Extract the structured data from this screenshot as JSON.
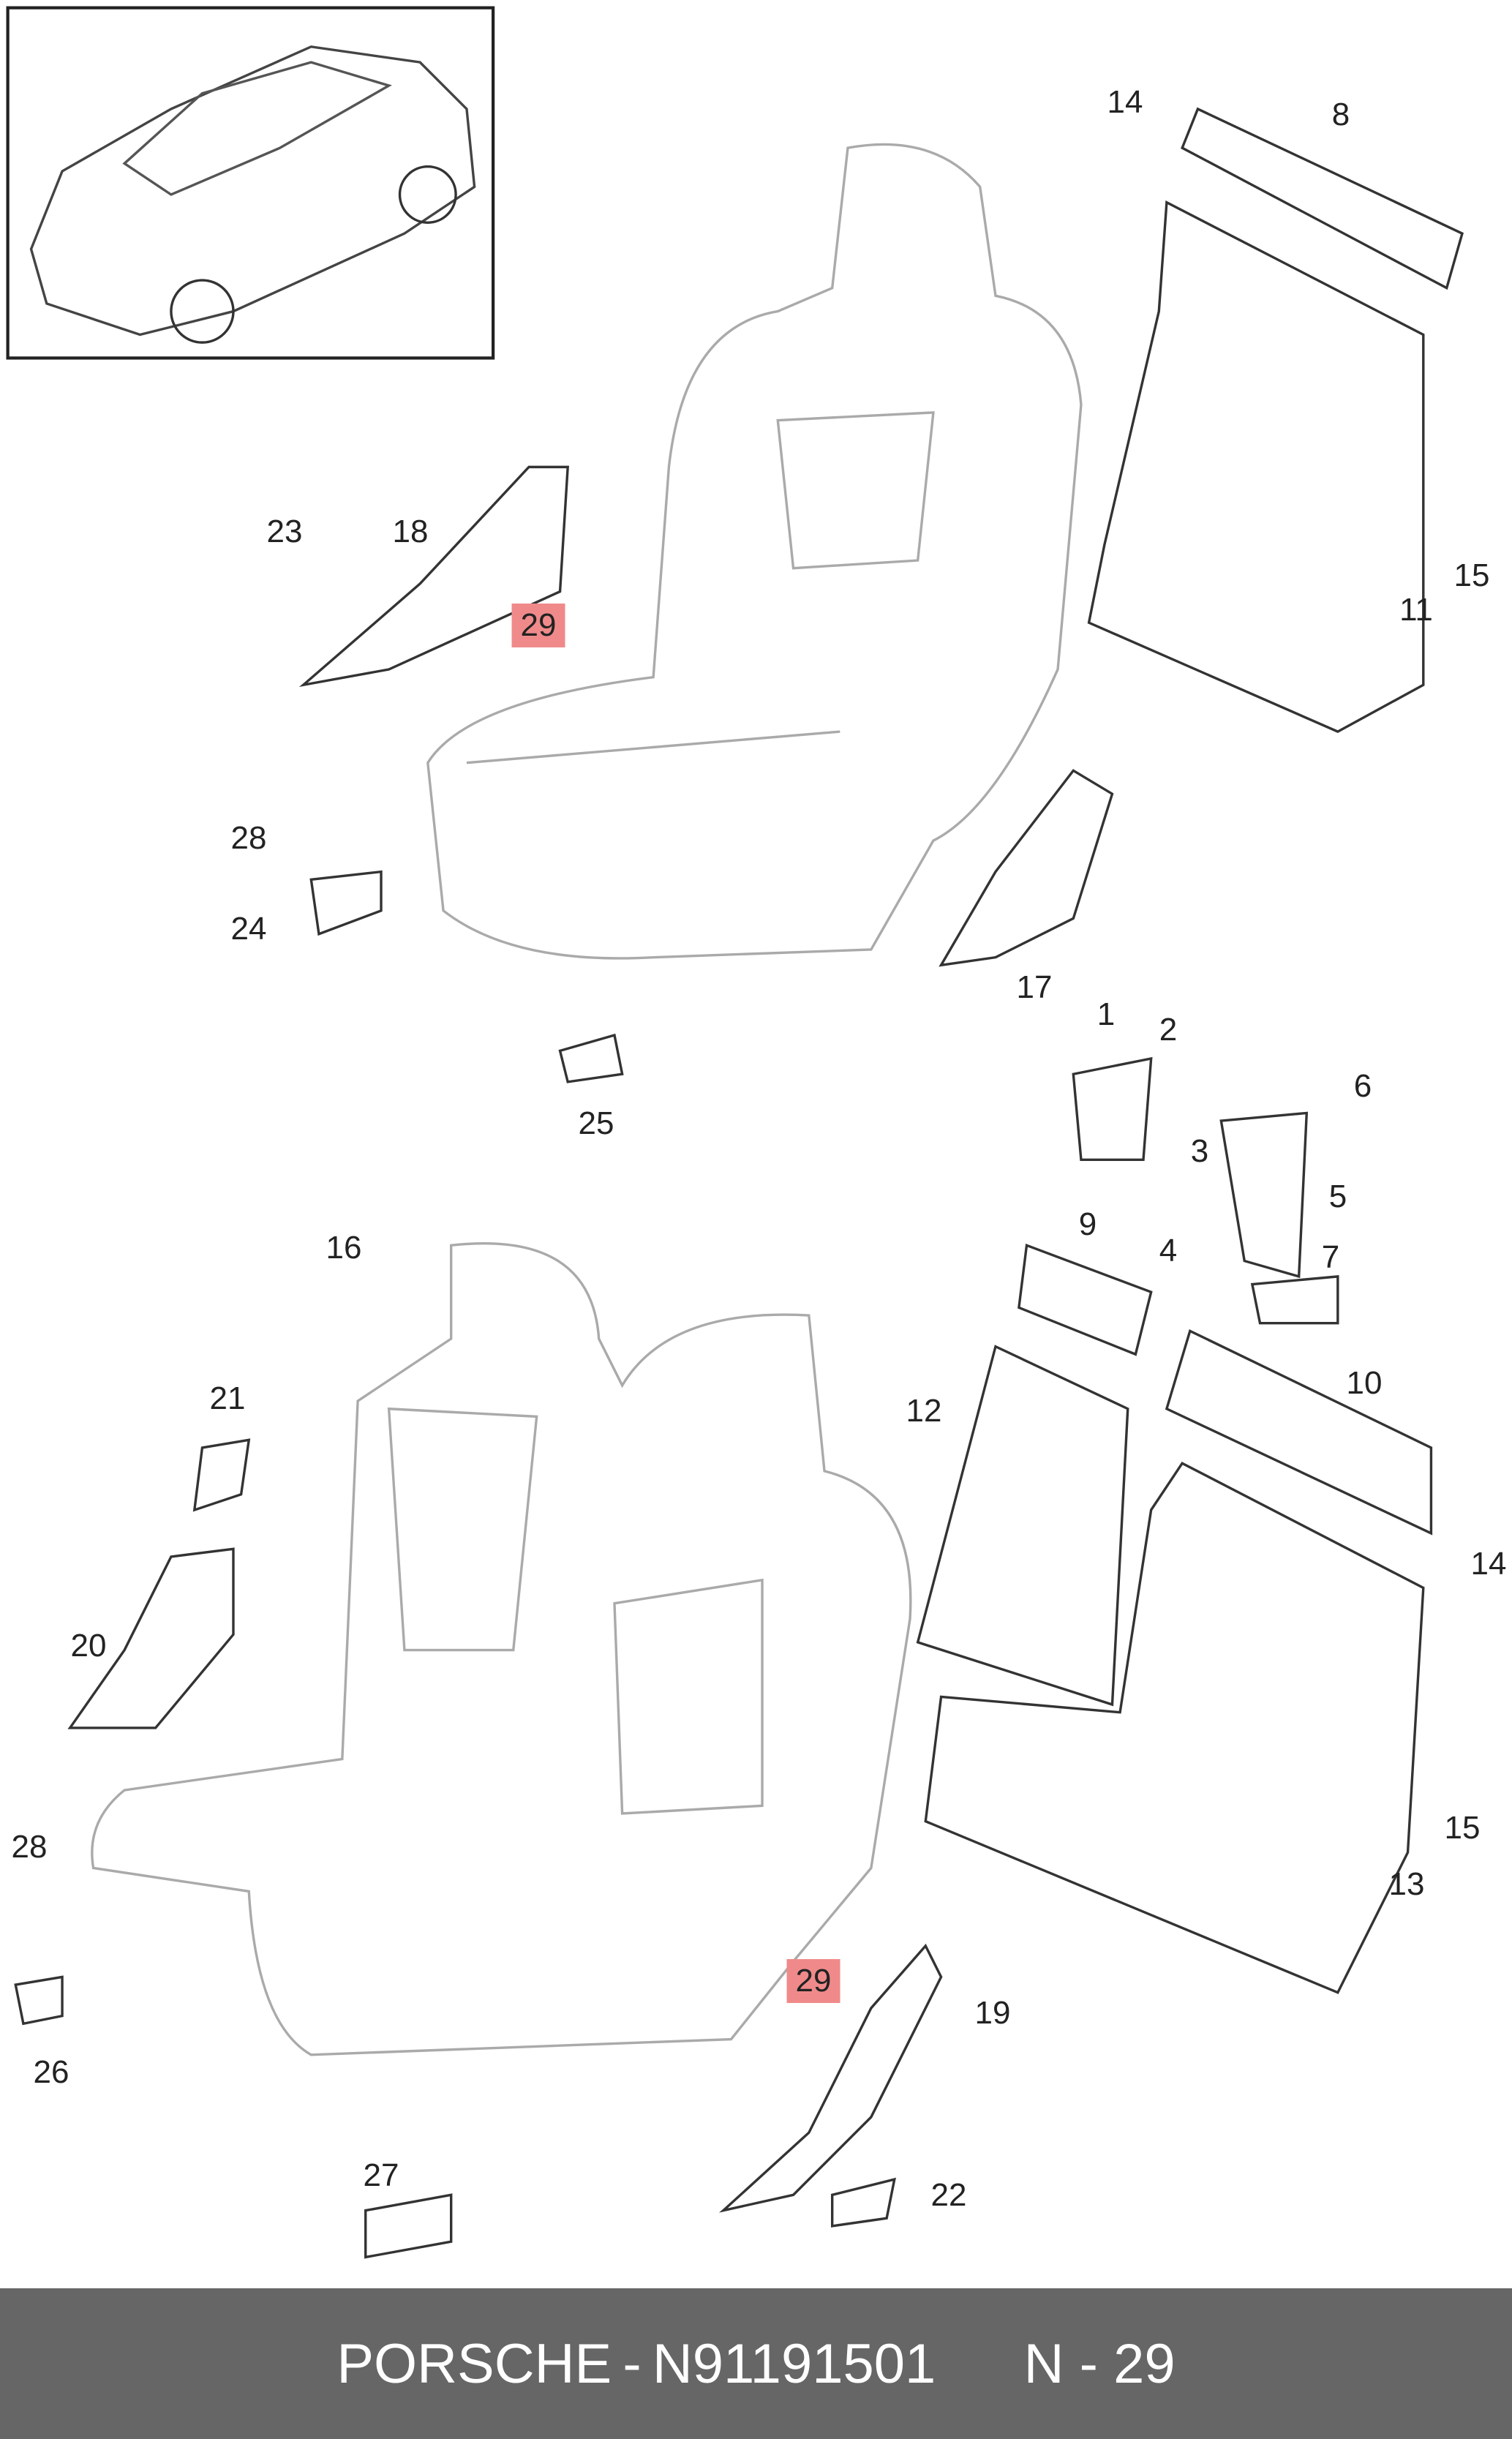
{
  "diagram": {
    "callouts": [
      "14",
      "8",
      "23",
      "18",
      "29",
      "11",
      "15",
      "28",
      "24",
      "17",
      "25",
      "1",
      "2",
      "6",
      "3",
      "5",
      "4",
      "16",
      "7",
      "9",
      "21",
      "10",
      "12",
      "14",
      "20",
      "15",
      "13",
      "28",
      "29",
      "19",
      "26",
      "27",
      "22"
    ],
    "highlighted_part": "29",
    "highlight_color": "#f08a8a"
  },
  "footer": {
    "brand": "PORSCHE",
    "separator": "-",
    "part_number": "N91191501",
    "position_ref": "N - 29"
  }
}
